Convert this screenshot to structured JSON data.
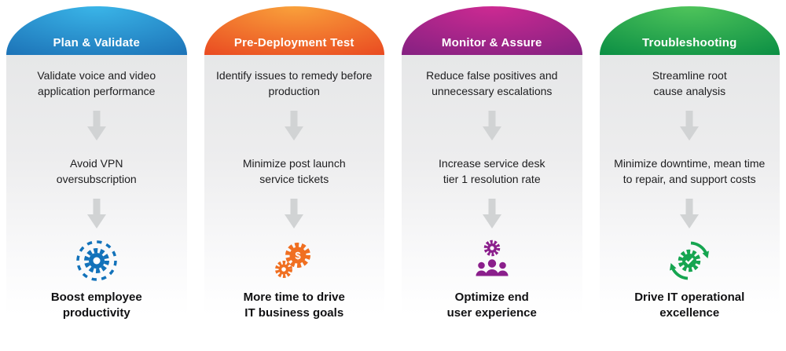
{
  "arrow_color": "#d1d3d4",
  "columns": [
    {
      "title": "Plan & Validate",
      "steps": [
        "Validate voice and video\napplication performance",
        "Avoid VPN\noversubscription"
      ],
      "outcome": "Boost employee\nproductivity",
      "icon": "gear-in-dashed-circle-icon",
      "colors": {
        "dome_light": "#3ab5e8",
        "dome_dark": "#1a6db3",
        "icon": "#1272ba"
      }
    },
    {
      "title": "Pre-Deployment Test",
      "steps": [
        "Identify issues to remedy before\nproduction",
        "Minimize post launch\nservice tickets"
      ],
      "outcome": "More time to drive\nIT business goals",
      "icon": "gears-dollar-icon",
      "colors": {
        "dome_light": "#f9a13b",
        "dome_dark": "#e8431f",
        "icon": "#f06f21"
      }
    },
    {
      "title": "Monitor & Assure",
      "steps": [
        "Reduce false positives and\nunnecessary escalations",
        "Increase service desk\ntier 1 resolution rate"
      ],
      "outcome": "Optimize end\nuser experience",
      "icon": "team-gear-icon",
      "colors": {
        "dome_light": "#cd2a92",
        "dome_dark": "#7e2080",
        "icon": "#8b1f8c"
      }
    },
    {
      "title": "Troubleshooting",
      "steps": [
        "Streamline root\ncause analysis",
        "Minimize downtime, mean time\nto repair, and support costs"
      ],
      "outcome": "Drive IT operational\nexcellence",
      "icon": "gear-refresh-check-icon",
      "colors": {
        "dome_light": "#4fc45b",
        "dome_dark": "#058a42",
        "icon": "#16a550"
      }
    }
  ]
}
